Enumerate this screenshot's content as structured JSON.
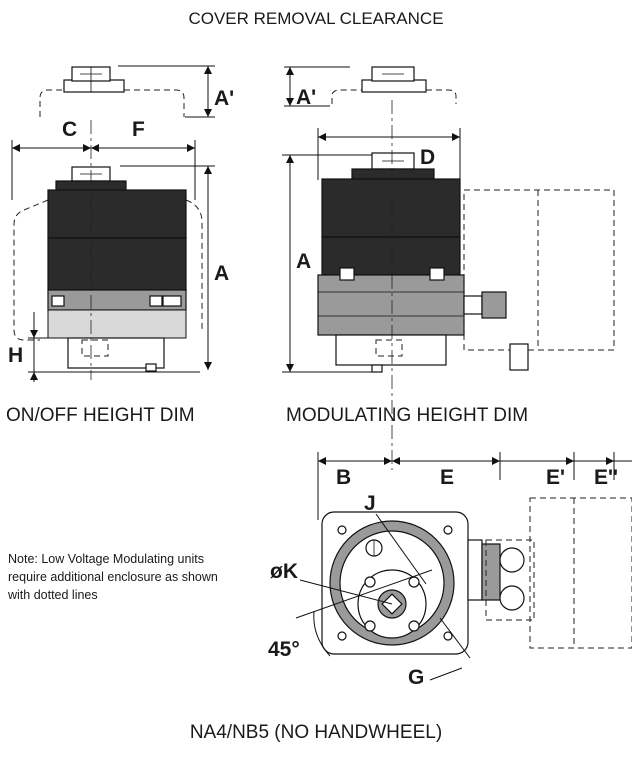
{
  "title": "COVER REMOVAL CLEARANCE",
  "captions": {
    "onoff": "ON/OFF HEIGHT DIM",
    "modulating": "MODULATING HEIGHT DIM",
    "bottom": "NA4/NB5 (NO HANDWHEEL)"
  },
  "note": {
    "line1": "Note: Low Voltage Modulating units",
    "line2": "require additional enclosure as shown",
    "line3": "with dotted lines"
  },
  "dimensions": {
    "a_prime": "A'",
    "a": "A",
    "c": "C",
    "f": "F",
    "h": "H",
    "d": "D",
    "b": "B",
    "e": "E",
    "e_prime": "E'",
    "e_double_prime": "E''",
    "j": "J",
    "phi_k": "øK",
    "angle": "45°",
    "g": "G"
  }
}
